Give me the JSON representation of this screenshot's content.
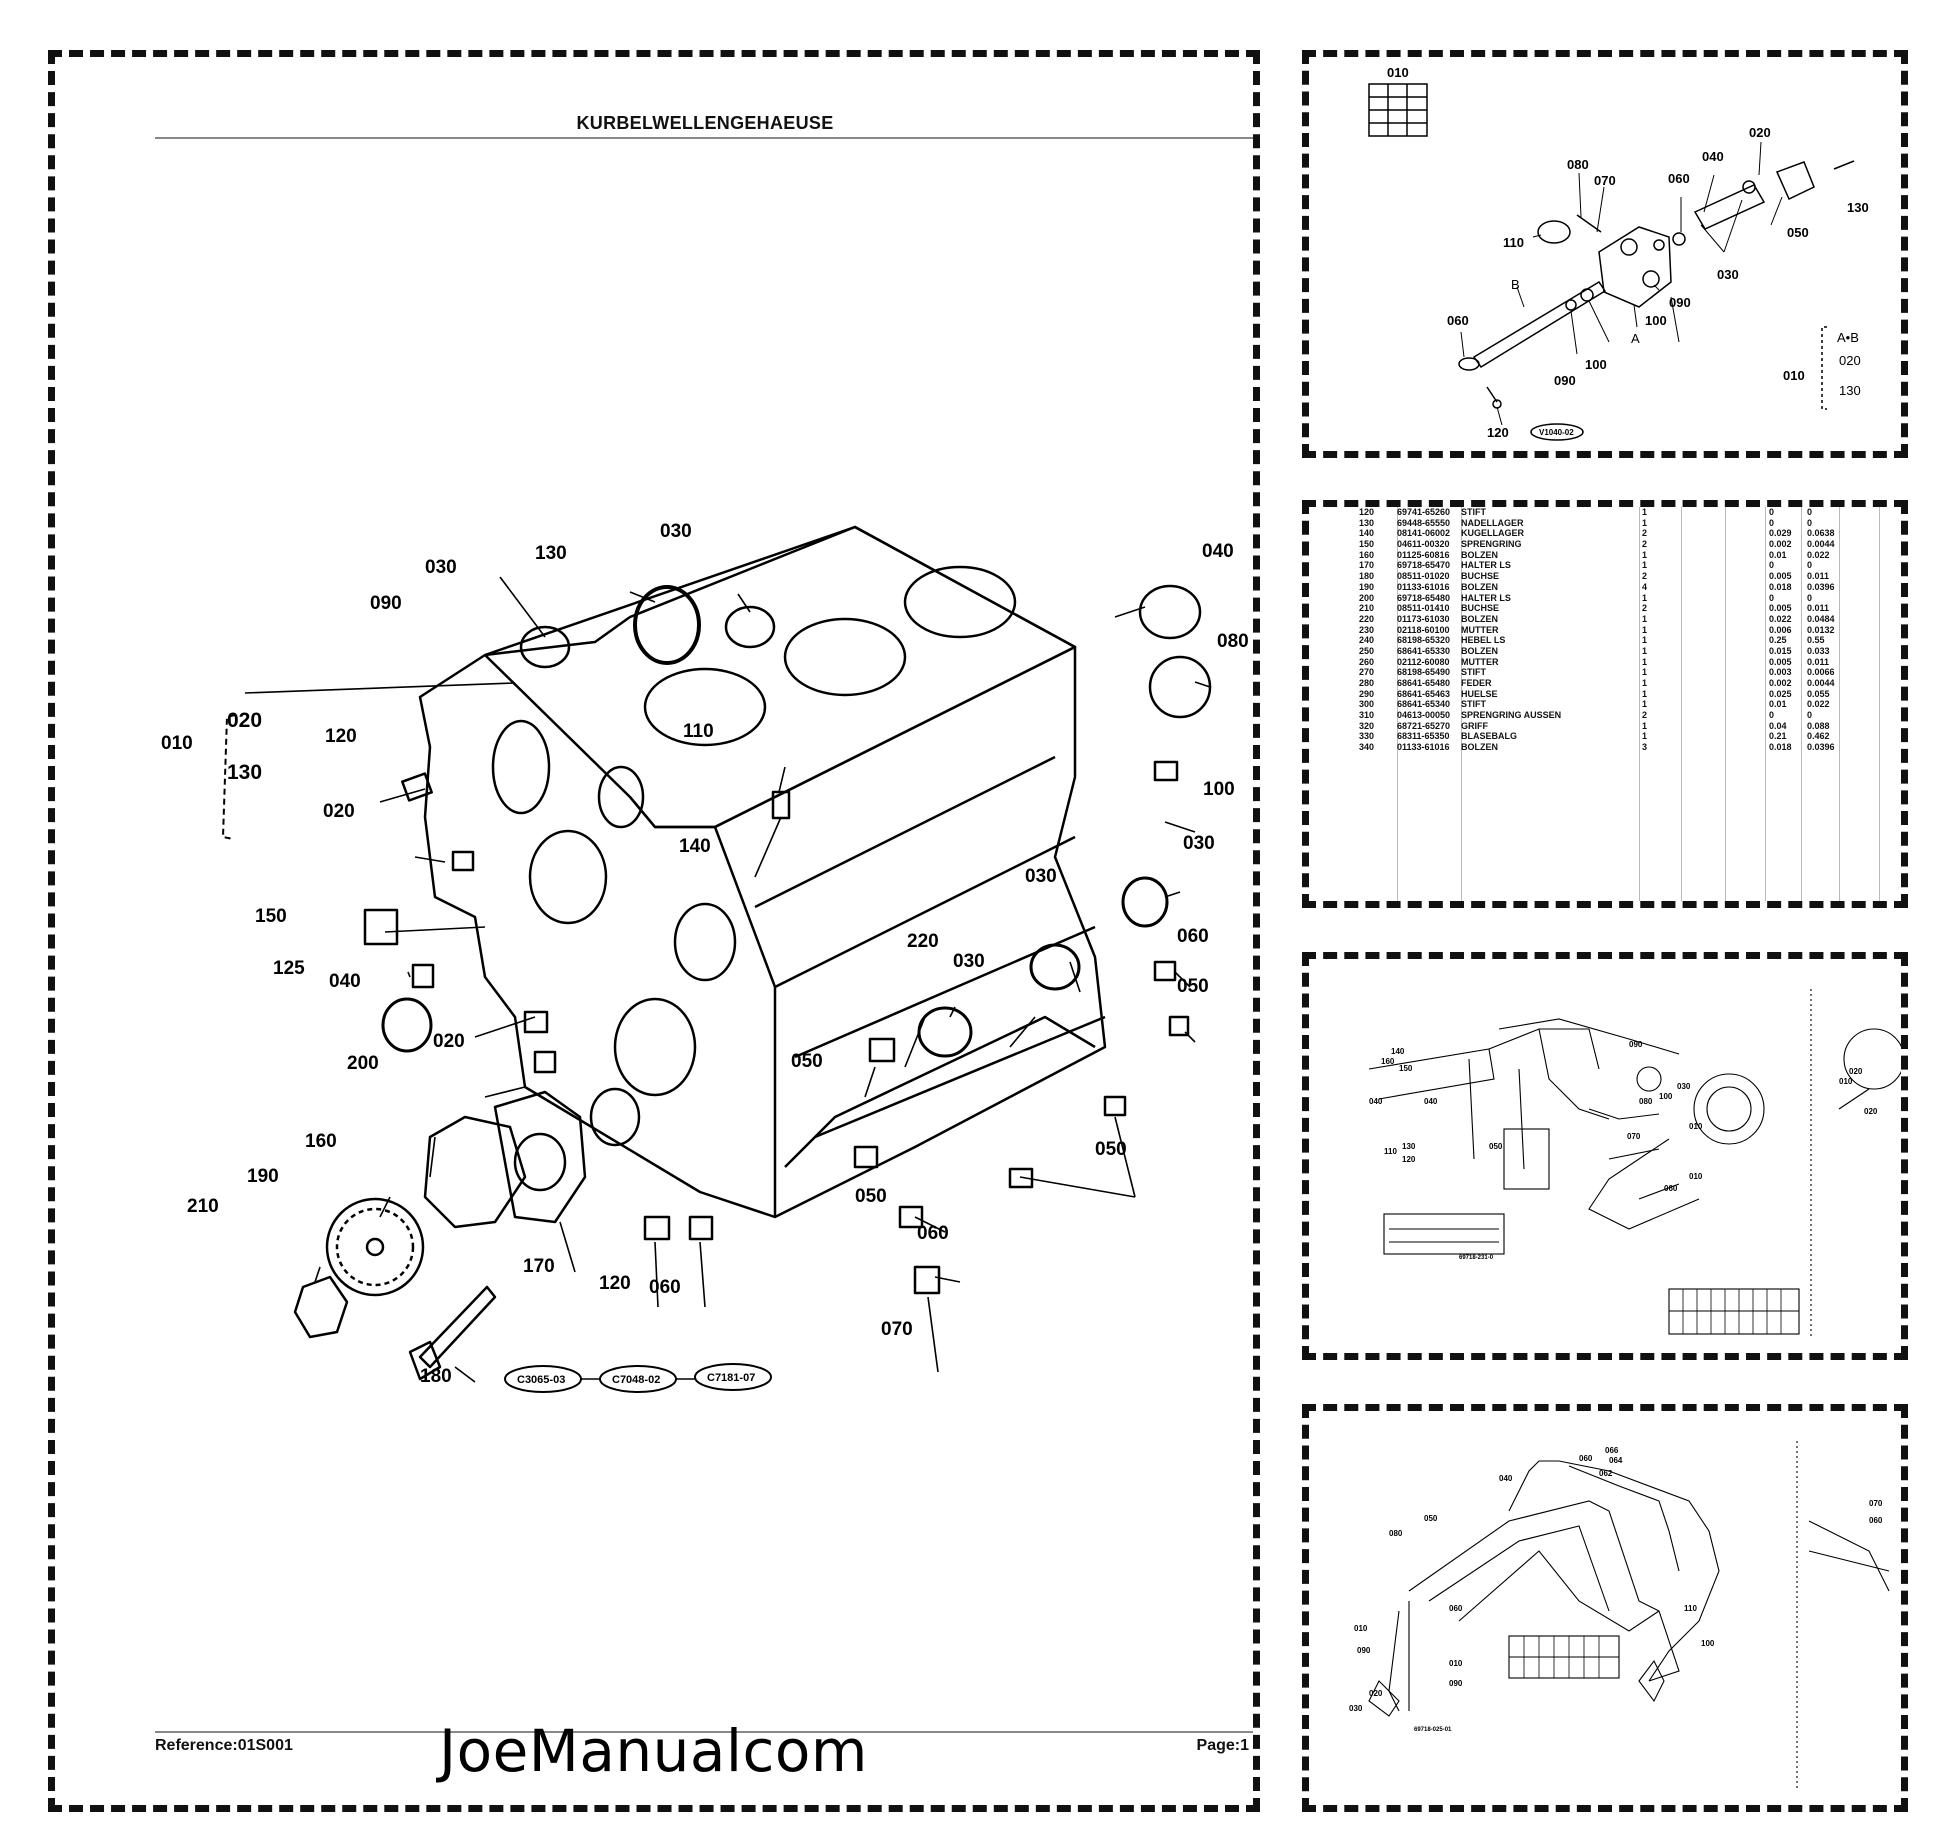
{
  "main": {
    "title": "KURBELWELLENGEHAEUSE",
    "reference": "Reference:01S001",
    "page": "Page:1",
    "watermark": "JoeManualcom",
    "callouts": {
      "c010": "010",
      "c020a": "020",
      "c130a": "130",
      "c090": "090",
      "c030a": "030",
      "c130": "130",
      "c030b": "030",
      "c040": "040",
      "c080": "080",
      "c120": "120",
      "c020": "020",
      "c110": "110",
      "c140": "140",
      "c150": "150",
      "c125": "125",
      "c040b": "040",
      "c020b": "020",
      "c100": "100",
      "c030c": "030",
      "c030d": "030",
      "c220": "220",
      "c030e": "030",
      "c060a": "060",
      "c050a": "050",
      "c050b": "050",
      "c200": "200",
      "c160": "160",
      "c190": "190",
      "c210": "210",
      "c170": "170",
      "c180": "180",
      "c120b": "120",
      "c060b": "060",
      "c050c": "050",
      "c060c": "060",
      "c050d": "050",
      "c070": "070",
      "ref1": "C3065-03",
      "ref2": "C7048-02",
      "ref3": "C7181-07"
    }
  },
  "thumb1": {
    "labels": {
      "l010": "010",
      "l020": "020",
      "l080": "080",
      "l070": "070",
      "l040": "040",
      "l060": "060",
      "l130": "130",
      "l110": "110",
      "l050": "050",
      "l030": "030",
      "lB": "B",
      "l090": "090",
      "l100": "100",
      "l060b": "060",
      "lA": "A",
      "l100b": "100",
      "l090b": "090",
      "l120": "120",
      "lAB": "A•B",
      "l020b": "020",
      "l010b": "010",
      "l130b": "130",
      "ref": "V1040-02"
    }
  },
  "thumb2": {
    "rows": [
      [
        "120",
        "69741-65260",
        "STIFT",
        "1",
        "0",
        "0"
      ],
      [
        "130",
        "69448-65550",
        "NADELLAGER",
        "1",
        "0",
        "0"
      ],
      [
        "140",
        "08141-06002",
        "KUGELLAGER",
        "2",
        "0.029",
        "0.0638"
      ],
      [
        "150",
        "04611-00320",
        "SPRENGRING",
        "2",
        "0.002",
        "0.0044"
      ],
      [
        "160",
        "01125-60816",
        "BOLZEN",
        "1",
        "0.01",
        "0.022"
      ],
      [
        "170",
        "69718-65470",
        "HALTER LS",
        "1",
        "0",
        "0"
      ],
      [
        "180",
        "08511-01020",
        "BUCHSE",
        "2",
        "0.005",
        "0.011"
      ],
      [
        "190",
        "01133-61016",
        "BOLZEN",
        "4",
        "0.018",
        "0.0396"
      ],
      [
        "200",
        "69718-65480",
        "HALTER LS",
        "1",
        "0",
        "0"
      ],
      [
        "210",
        "08511-01410",
        "BUCHSE",
        "2",
        "0.005",
        "0.011"
      ],
      [
        "220",
        "01173-61030",
        "BOLZEN",
        "1",
        "0.022",
        "0.0484"
      ],
      [
        "230",
        "02118-60100",
        "MUTTER",
        "1",
        "0.006",
        "0.0132"
      ],
      [
        "240",
        "68198-65320",
        "HEBEL LS",
        "1",
        "0.25",
        "0.55"
      ],
      [
        "250",
        "68641-65330",
        "BOLZEN",
        "1",
        "0.015",
        "0.033"
      ],
      [
        "260",
        "02112-60080",
        "MUTTER",
        "1",
        "0.005",
        "0.011"
      ],
      [
        "270",
        "68198-65490",
        "STIFT",
        "1",
        "0.003",
        "0.0066"
      ],
      [
        "280",
        "68641-65480",
        "FEDER",
        "1",
        "0.002",
        "0.0044"
      ],
      [
        "290",
        "68641-65463",
        "HUELSE",
        "1",
        "0.025",
        "0.055"
      ],
      [
        "300",
        "68641-65340",
        "STIFT",
        "1",
        "0.01",
        "0.022"
      ],
      [
        "310",
        "04613-00050",
        "SPRENGRING AUSSEN",
        "2",
        "0",
        "0"
      ],
      [
        "320",
        "68721-65270",
        "GRIFF",
        "1",
        "0.04",
        "0.088"
      ],
      [
        "330",
        "68311-65350",
        "BLASEBALG",
        "1",
        "0.21",
        "0.462"
      ],
      [
        "340",
        "01133-61016",
        "BOLZEN",
        "3",
        "0.018",
        "0.0396"
      ]
    ]
  },
  "thumb3": {
    "labels": {
      "a140": "140",
      "a160": "160",
      "a150": "150",
      "a090": "090",
      "a100": "100",
      "a030": "030",
      "a080": "080",
      "a040": "040",
      "a040b": "040",
      "a050": "050",
      "a110": "110",
      "a130": "130",
      "a120": "120",
      "a070": "070",
      "a010": "010",
      "a060": "060",
      "a010b": "010",
      "a020": "020",
      "a010c": "010",
      "a020b": "020",
      "ref": "69718-231-0"
    }
  },
  "thumb4": {
    "labels": {
      "b066": "066",
      "b064": "064",
      "b060": "060",
      "b062": "062",
      "b040": "040",
      "b080": "080",
      "b050": "050",
      "b010": "010",
      "b090": "090",
      "b020": "020",
      "b030": "030",
      "b060b": "060",
      "b010b": "010",
      "b090b": "090",
      "b110": "110",
      "b100": "100",
      "b070": "070",
      "b060c": "060",
      "ref": "69718-025-01"
    }
  }
}
